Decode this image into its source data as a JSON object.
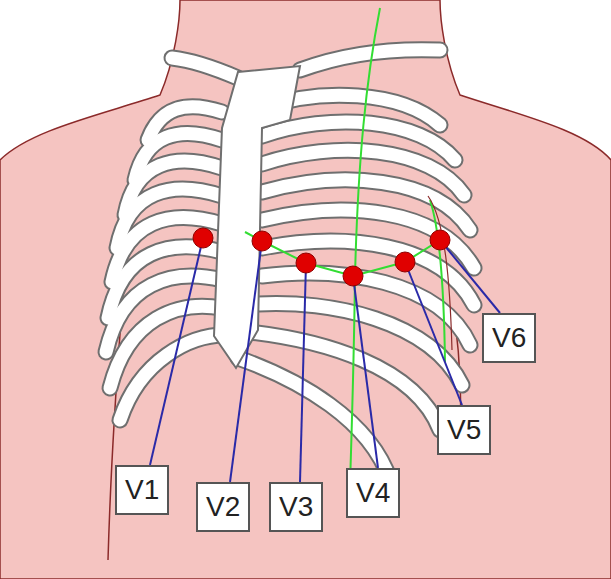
{
  "diagram": {
    "nodes": [
      {
        "text": [
          "V1"
        ]
      },
      {
        "text": [
          "V2"
        ]
      },
      {
        "text": [
          "V3"
        ]
      },
      {
        "text": [
          "V4"
        ]
      },
      {
        "text": [
          "V5"
        ]
      },
      {
        "text": [
          "V6"
        ]
      }
    ]
  }
}
